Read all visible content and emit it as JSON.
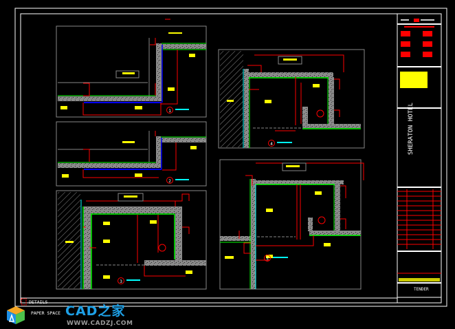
{
  "drawing": {
    "project_title": "SHERATON HOTEL",
    "stage": "TENDER",
    "detail_markers": [
      "1",
      "2",
      "3",
      "4",
      "5"
    ]
  },
  "layout_tabs": {
    "active": "DETAILS",
    "paper_space": "PAPER SPACE"
  },
  "watermark": {
    "brand": "CAD之家",
    "url": "WWW.CADZJ.COM"
  },
  "colors": {
    "background": "#000000",
    "frame": "#ffffff",
    "wall_fill": "#8a8a8a",
    "waterproof": "#00ff00",
    "dimension": "#ff0000",
    "note": "#ffff00",
    "membrane": "#0000ff",
    "accent": "#00ffff"
  }
}
